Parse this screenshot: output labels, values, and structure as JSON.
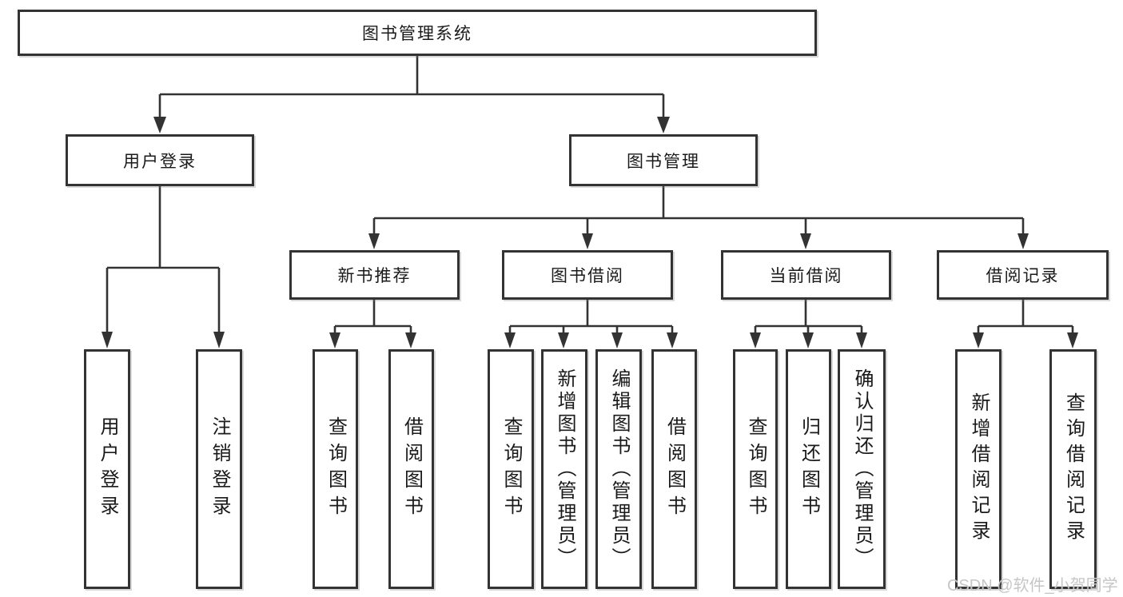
{
  "colors": {
    "line": "#333333",
    "box_border": "#333333",
    "text": "#1a1a1a",
    "watermark": "#c3c3c3",
    "background": "#ffffff"
  },
  "root": {
    "label": "图书管理系统"
  },
  "branches": [
    {
      "label": "用户登录",
      "children": [
        {
          "label": "用户登录"
        },
        {
          "label": "注销登录"
        }
      ]
    },
    {
      "label": "图书管理",
      "children": [
        {
          "label": "新书推荐",
          "children": [
            {
              "label": "查询图书"
            },
            {
              "label": "借阅图书"
            }
          ]
        },
        {
          "label": "图书借阅",
          "children": [
            {
              "label": "查询图书"
            },
            {
              "label": "新增图书（管理员）"
            },
            {
              "label": "编辑图书（管理员）"
            },
            {
              "label": "借阅图书"
            }
          ]
        },
        {
          "label": "当前借阅",
          "children": [
            {
              "label": "查询图书"
            },
            {
              "label": "归还图书"
            },
            {
              "label": "确认归还（管理员）"
            }
          ]
        },
        {
          "label": "借阅记录",
          "children": [
            {
              "label": "新增借阅记录"
            },
            {
              "label": "查询借阅记录"
            }
          ]
        }
      ]
    }
  ],
  "watermark": "CSDN @软件_小贺同学"
}
